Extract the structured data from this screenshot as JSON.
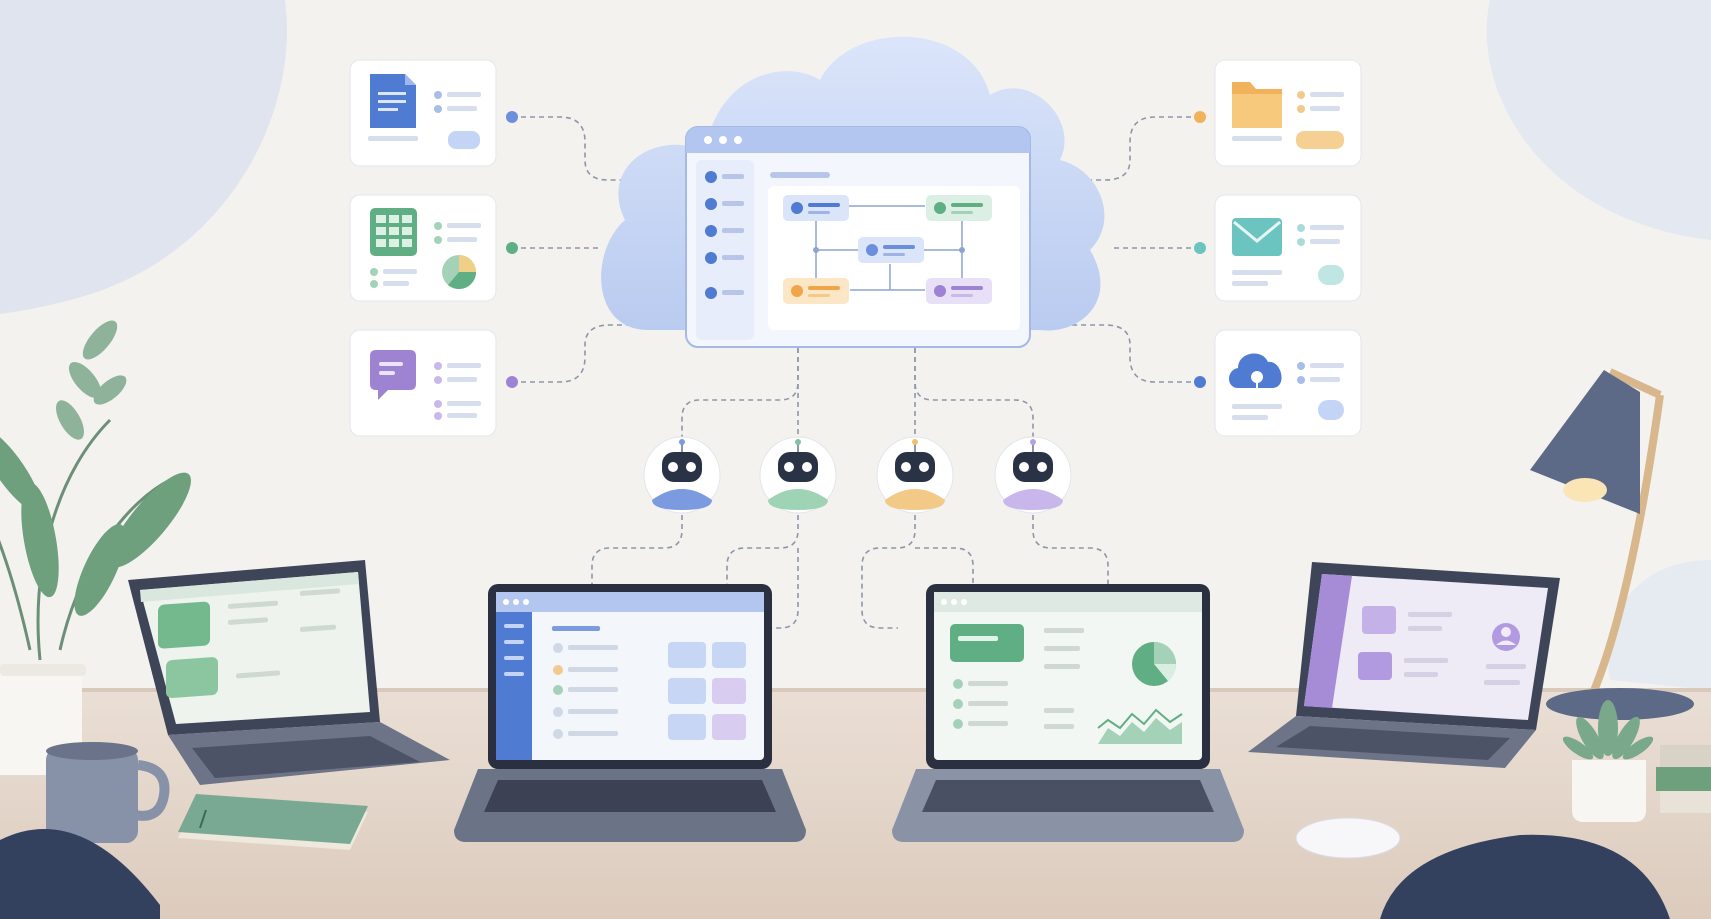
{
  "palette": {
    "wall": "#f4f2ef",
    "desk": "#e6d8cc",
    "cloud": "#c8d6f1",
    "blue": "#4f7bd3",
    "green": "#5fae84",
    "orange": "#f0b25a",
    "purple": "#9e83d2",
    "teal": "#6cc4c0",
    "navy": "#33415f",
    "laptop": "#5b6276"
  },
  "cloud_panel": {
    "icon": "workflow-dashboard-icon",
    "nodes": [
      "blue-node",
      "green-node",
      "blue-center-node",
      "orange-node",
      "purple-node"
    ]
  },
  "app_cards_left": [
    {
      "icon": "document-icon",
      "color": "#4f7bd3"
    },
    {
      "icon": "spreadsheet-icon",
      "color": "#5fae84"
    },
    {
      "icon": "chat-icon",
      "color": "#9e83d2"
    }
  ],
  "app_cards_right": [
    {
      "icon": "folder-icon",
      "color": "#f0b25a"
    },
    {
      "icon": "mail-icon",
      "color": "#6cc4c0"
    },
    {
      "icon": "cloud-sync-icon",
      "color": "#4f7bd3"
    }
  ],
  "robots": [
    {
      "icon": "robot-icon",
      "accent": "#7c9ae0"
    },
    {
      "icon": "robot-icon",
      "accent": "#7fc3a0"
    },
    {
      "icon": "robot-icon",
      "accent": "#f0c070"
    },
    {
      "icon": "robot-icon",
      "accent": "#b9a0e0"
    }
  ],
  "laptops": [
    {
      "theme": "green-file-manager",
      "accent": "#74b88e"
    },
    {
      "theme": "blue-dashboard",
      "accent": "#4f7bd3"
    },
    {
      "theme": "green-analytics",
      "accent": "#5fae84"
    },
    {
      "theme": "purple-profile",
      "accent": "#9e83d2"
    }
  ]
}
